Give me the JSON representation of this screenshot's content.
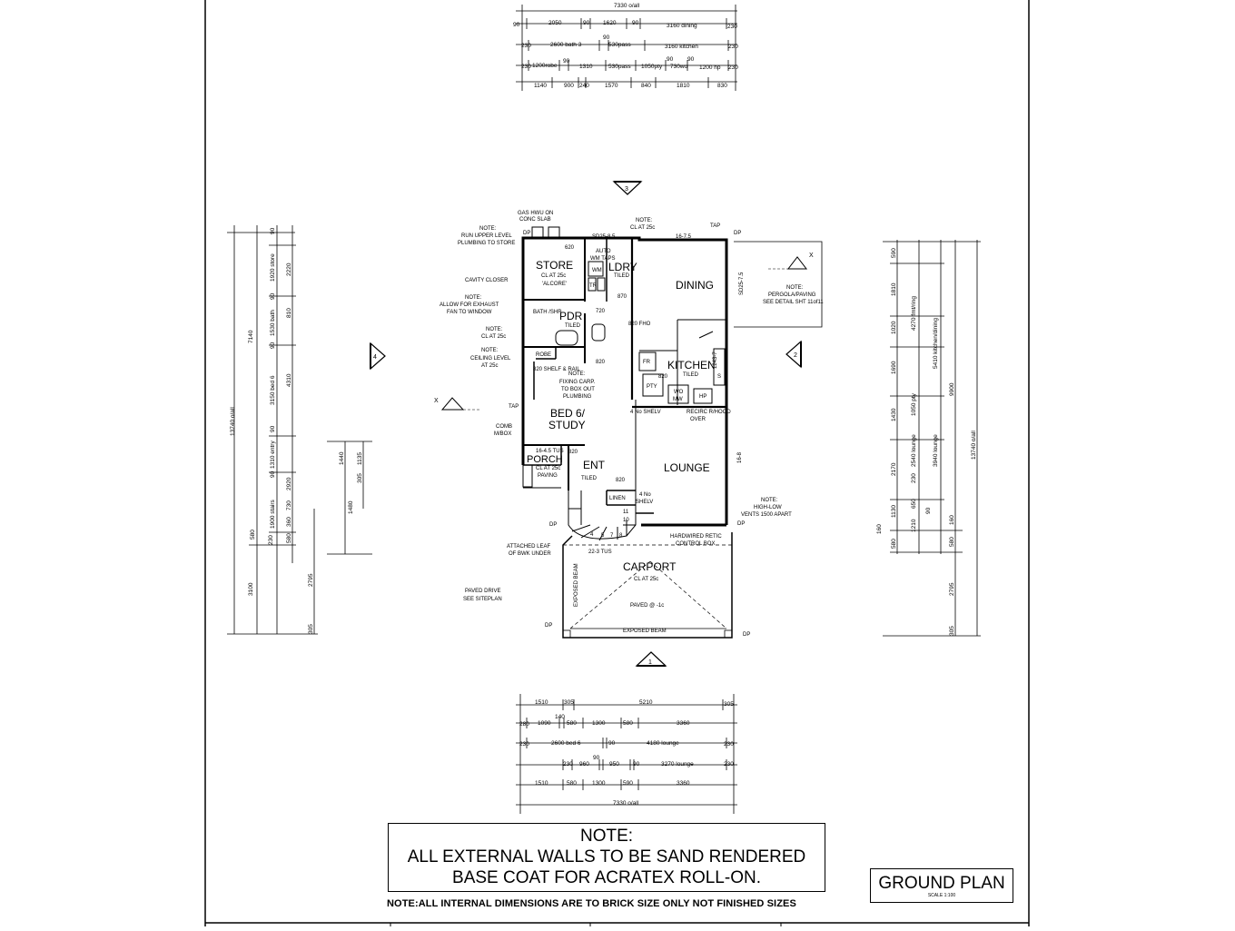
{
  "top_dims": {
    "overall": "7330 o/all",
    "row1": [
      "90",
      "2050",
      "90",
      "1620",
      "90",
      "3160 dining",
      "230"
    ],
    "row2": [
      "230",
      "2600 bath 3",
      "90",
      "530pass",
      "3160 kitchen",
      "230"
    ],
    "row3": [
      "230",
      "1200robe",
      "90",
      "1310",
      "530pass",
      "1050pty",
      "90",
      "730wo",
      "90",
      "1200 hp",
      "230"
    ],
    "row4": [
      "1140",
      "900",
      "240",
      "1570",
      "840",
      "1810",
      "830"
    ]
  },
  "bottom_dims": {
    "row1": [
      "1510",
      "305",
      "5210",
      "305"
    ],
    "row2": [
      "280",
      "1090",
      "140",
      "580",
      "1300",
      "580",
      "3360"
    ],
    "row3": [
      "230",
      "2600 bed 6",
      "90",
      "4180 lounge",
      "230"
    ],
    "row4": [
      "230",
      "960",
      "90",
      "950",
      "90",
      "3270 lounge",
      "230"
    ],
    "row5": [
      "1510",
      "580",
      "1300",
      "590",
      "3360"
    ],
    "overall": "7330 o/all"
  },
  "left_dims": {
    "overall": "13740 o/all",
    "a": [
      "7140",
      "3100"
    ],
    "b": [
      "90",
      "1920 store",
      "90",
      "1530 bath",
      "90",
      "3150 bed 6",
      "90",
      "1310 entry",
      "90",
      "1900 stairs",
      "580",
      "230"
    ],
    "c": [
      "2220",
      "810",
      "4310",
      "2920",
      "730",
      "360",
      "580",
      "2795",
      "305"
    ],
    "d": [
      "1440",
      "1480",
      "1135",
      "305"
    ]
  },
  "right_dims": {
    "overall": "13740 o/all",
    "a": [
      "590",
      "1810",
      "1020",
      "1690",
      "1430",
      "2170",
      "1130",
      "160",
      "580"
    ],
    "b": [
      "4270 fmt/ring",
      "1050 pty",
      "2540 lounge",
      "230",
      "650",
      "1210",
      "90"
    ],
    "c": [
      "5410 kitchen/dining",
      "3940 lounge",
      "9900",
      "160",
      "580",
      "2795",
      "305"
    ]
  },
  "rooms": {
    "store": "STORE",
    "store_sub1": "CL AT 25c",
    "store_sub2": "'ALCORE'",
    "ldry": "LDRY",
    "ldry_sub": "TILED",
    "dining": "DINING",
    "pdr": "PDR",
    "pdr_sub": "TILED",
    "bath_shr": "BATH /SHR",
    "robe": "ROBE",
    "kitchen": "KITCHEN",
    "kitchen_sub": "TILED",
    "bed6": "BED 6/",
    "study": "STUDY",
    "porch": "PORCH",
    "porch_sub1": "CL AT 25c",
    "porch_sub2": "PAVING",
    "ent": "ENT",
    "ent_sub": "TILED",
    "lounge": "LOUNGE",
    "carport": "CARPORT",
    "carport_sub": "CL AT 25c",
    "linen": "LINEN"
  },
  "labels": {
    "gas_hwu": "GAS HWU ON",
    "gas_hwu2": "CONC SLAB",
    "note_upper1": "NOTE:",
    "note_upper2": "RUN UPPER LEVEL",
    "note_upper3": "PLUMBING TO STORE",
    "cavity": "CAVITY CLOSER",
    "exhaust1": "NOTE:",
    "exhaust2": "ALLOW FOR EXHAUST",
    "exhaust3": "FAN TO WINDOW",
    "cl25_1": "NOTE:",
    "cl25_2": "CL AT 25c",
    "ceiling1": "NOTE:",
    "ceiling2": "CEILING LEVEL",
    "ceiling3": "AT 25c",
    "tap": "TAP",
    "comb1": "COMB",
    "comb2": "M/BOX",
    "shelf": "820 SHELF & RAIL",
    "fixing1": "NOTE:",
    "fixing2": "FIXING CARP.",
    "fixing3": "TO BOX OUT",
    "fixing4": "PLUMBING",
    "auto_wm": "AUTO",
    "auto_wm2": "WM TAPS",
    "wm": "WM",
    "tr": "TR",
    "note_cl_top1": "NOTE:",
    "note_cl_top2": "CL AT 25c",
    "sd_top": "SD25-8.5",
    "step_top": "16-7.5",
    "tap2": "TAP",
    "dp": "DP",
    "pergola1": "NOTE:",
    "pergola2": "PERGOLA/PAVING",
    "pergola3": "SEE DETAIL SHT 11of11",
    "sd_right": "SD25-7.5",
    "fho": "820 FHO",
    "fr": "FR",
    "pty": "PTY",
    "wo": "WO",
    "mw": "MW",
    "hp": "HP",
    "s_mark": "S",
    "shelves": "4 No SHELV",
    "recirc1": "RECIRC R/HOOD",
    "recirc2": "OVER",
    "vent1": "NOTE:",
    "vent2": "HIGH-LOW",
    "vent3": "VENTS 1500 APART",
    "ent_step": "16-4.5 TUS",
    "linen_shelf1": "4 No",
    "linen_shelf2": "SHELV",
    "attached1": "ATTACHED LEAF",
    "attached2": "OF BWK UNDER",
    "tus": "22-3 TUS",
    "retic1": "HARDWIRED RETIC",
    "retic2": "CONTROL BOX",
    "exposed_beam": "EXPOSED BEAM",
    "exposed_beam_side": "EXPOSED BEAM",
    "paved": "PAVED @ -1c",
    "paved_drive1": "PAVED DRIVE",
    "paved_drive2": "SEE SITEPLAN",
    "d620": "620",
    "d720": "720",
    "d820": "820",
    "d870": "870",
    "d1243": "1243-7",
    "d168": "16-8",
    "x": "X"
  },
  "section_markers": [
    "1",
    "2",
    "3",
    "4"
  ],
  "note": {
    "title": "NOTE:",
    "line1": "ALL EXTERNAL WALLS TO BE SAND RENDERED",
    "line2": "BASE COAT FOR ACRATEX ROLL-ON."
  },
  "footer_note": "NOTE:ALL INTERNAL DIMENSIONS ARE TO BRICK SIZE  ONLY NOT FINISHED SIZES",
  "title_block": {
    "title": "GROUND PLAN",
    "scale": "SCALE 1:100"
  }
}
